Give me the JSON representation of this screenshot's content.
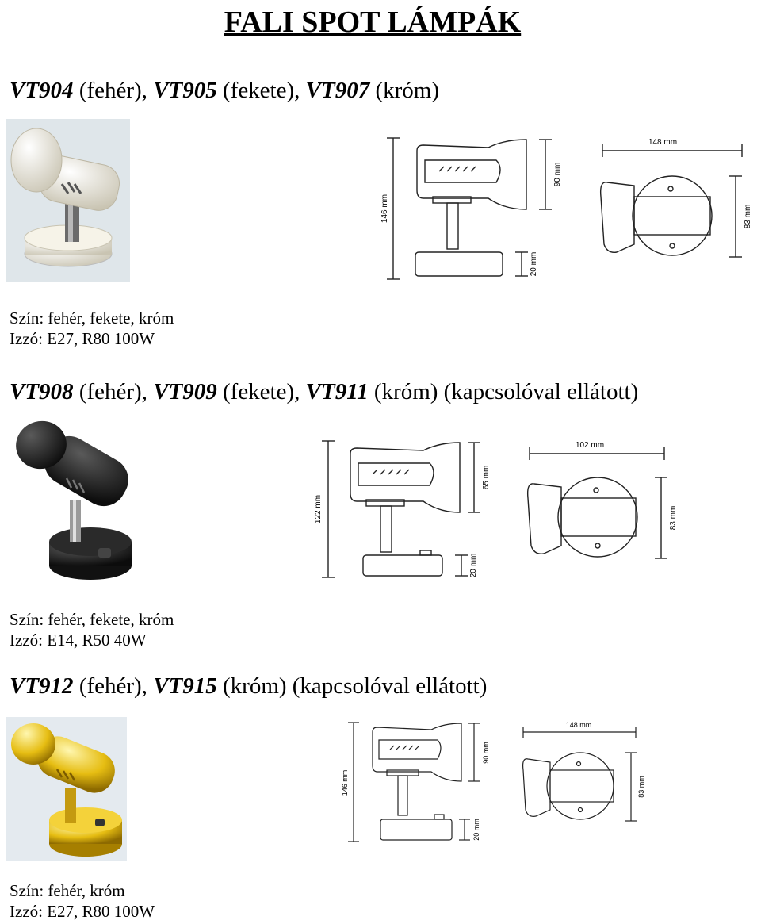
{
  "title": "FALI SPOT LÁMPÁK",
  "products": [
    {
      "heading": [
        {
          "code": "VT904",
          "text": " (fehér), "
        },
        {
          "code": "VT905",
          "text": " (fekete), "
        },
        {
          "code": "VT907",
          "text": " (króm)"
        }
      ],
      "color_line": "Szín: fehér, fekete, króm",
      "bulb_line": "Izzó: E27, R80 100W",
      "photo_color": "#f2efe2",
      "dims": {
        "height": "146 mm",
        "head": "90 mm",
        "base": "20 mm",
        "width": "148 mm",
        "depth": "83 mm"
      }
    },
    {
      "heading": [
        {
          "code": "VT908",
          "text": " (fehér), "
        },
        {
          "code": "VT909",
          "text": " (fekete), "
        },
        {
          "code": "VT911",
          "text": " (króm) (kapcsolóval ellátott)"
        }
      ],
      "color_line": "Szín: fehér, fekete, króm",
      "bulb_line": "Izzó: E14, R50 40W",
      "photo_color": "#1b1b1b",
      "dims": {
        "height": "122 mm",
        "head": "65 mm",
        "base": "20 mm",
        "width": "102 mm",
        "depth": "83 mm"
      }
    },
    {
      "heading": [
        {
          "code": "VT912",
          "text": " (fehér), "
        },
        {
          "code": "VT915",
          "text": " (króm) (kapcsolóval ellátott)"
        }
      ],
      "color_line": "Szín: fehér, króm",
      "bulb_line": "Izzó: E27, R80 100W",
      "photo_color": "#e7c21a",
      "dims": {
        "height": "146 mm",
        "head": "90 mm",
        "base": "20 mm",
        "width": "148 mm",
        "depth": "83 mm"
      }
    }
  ]
}
